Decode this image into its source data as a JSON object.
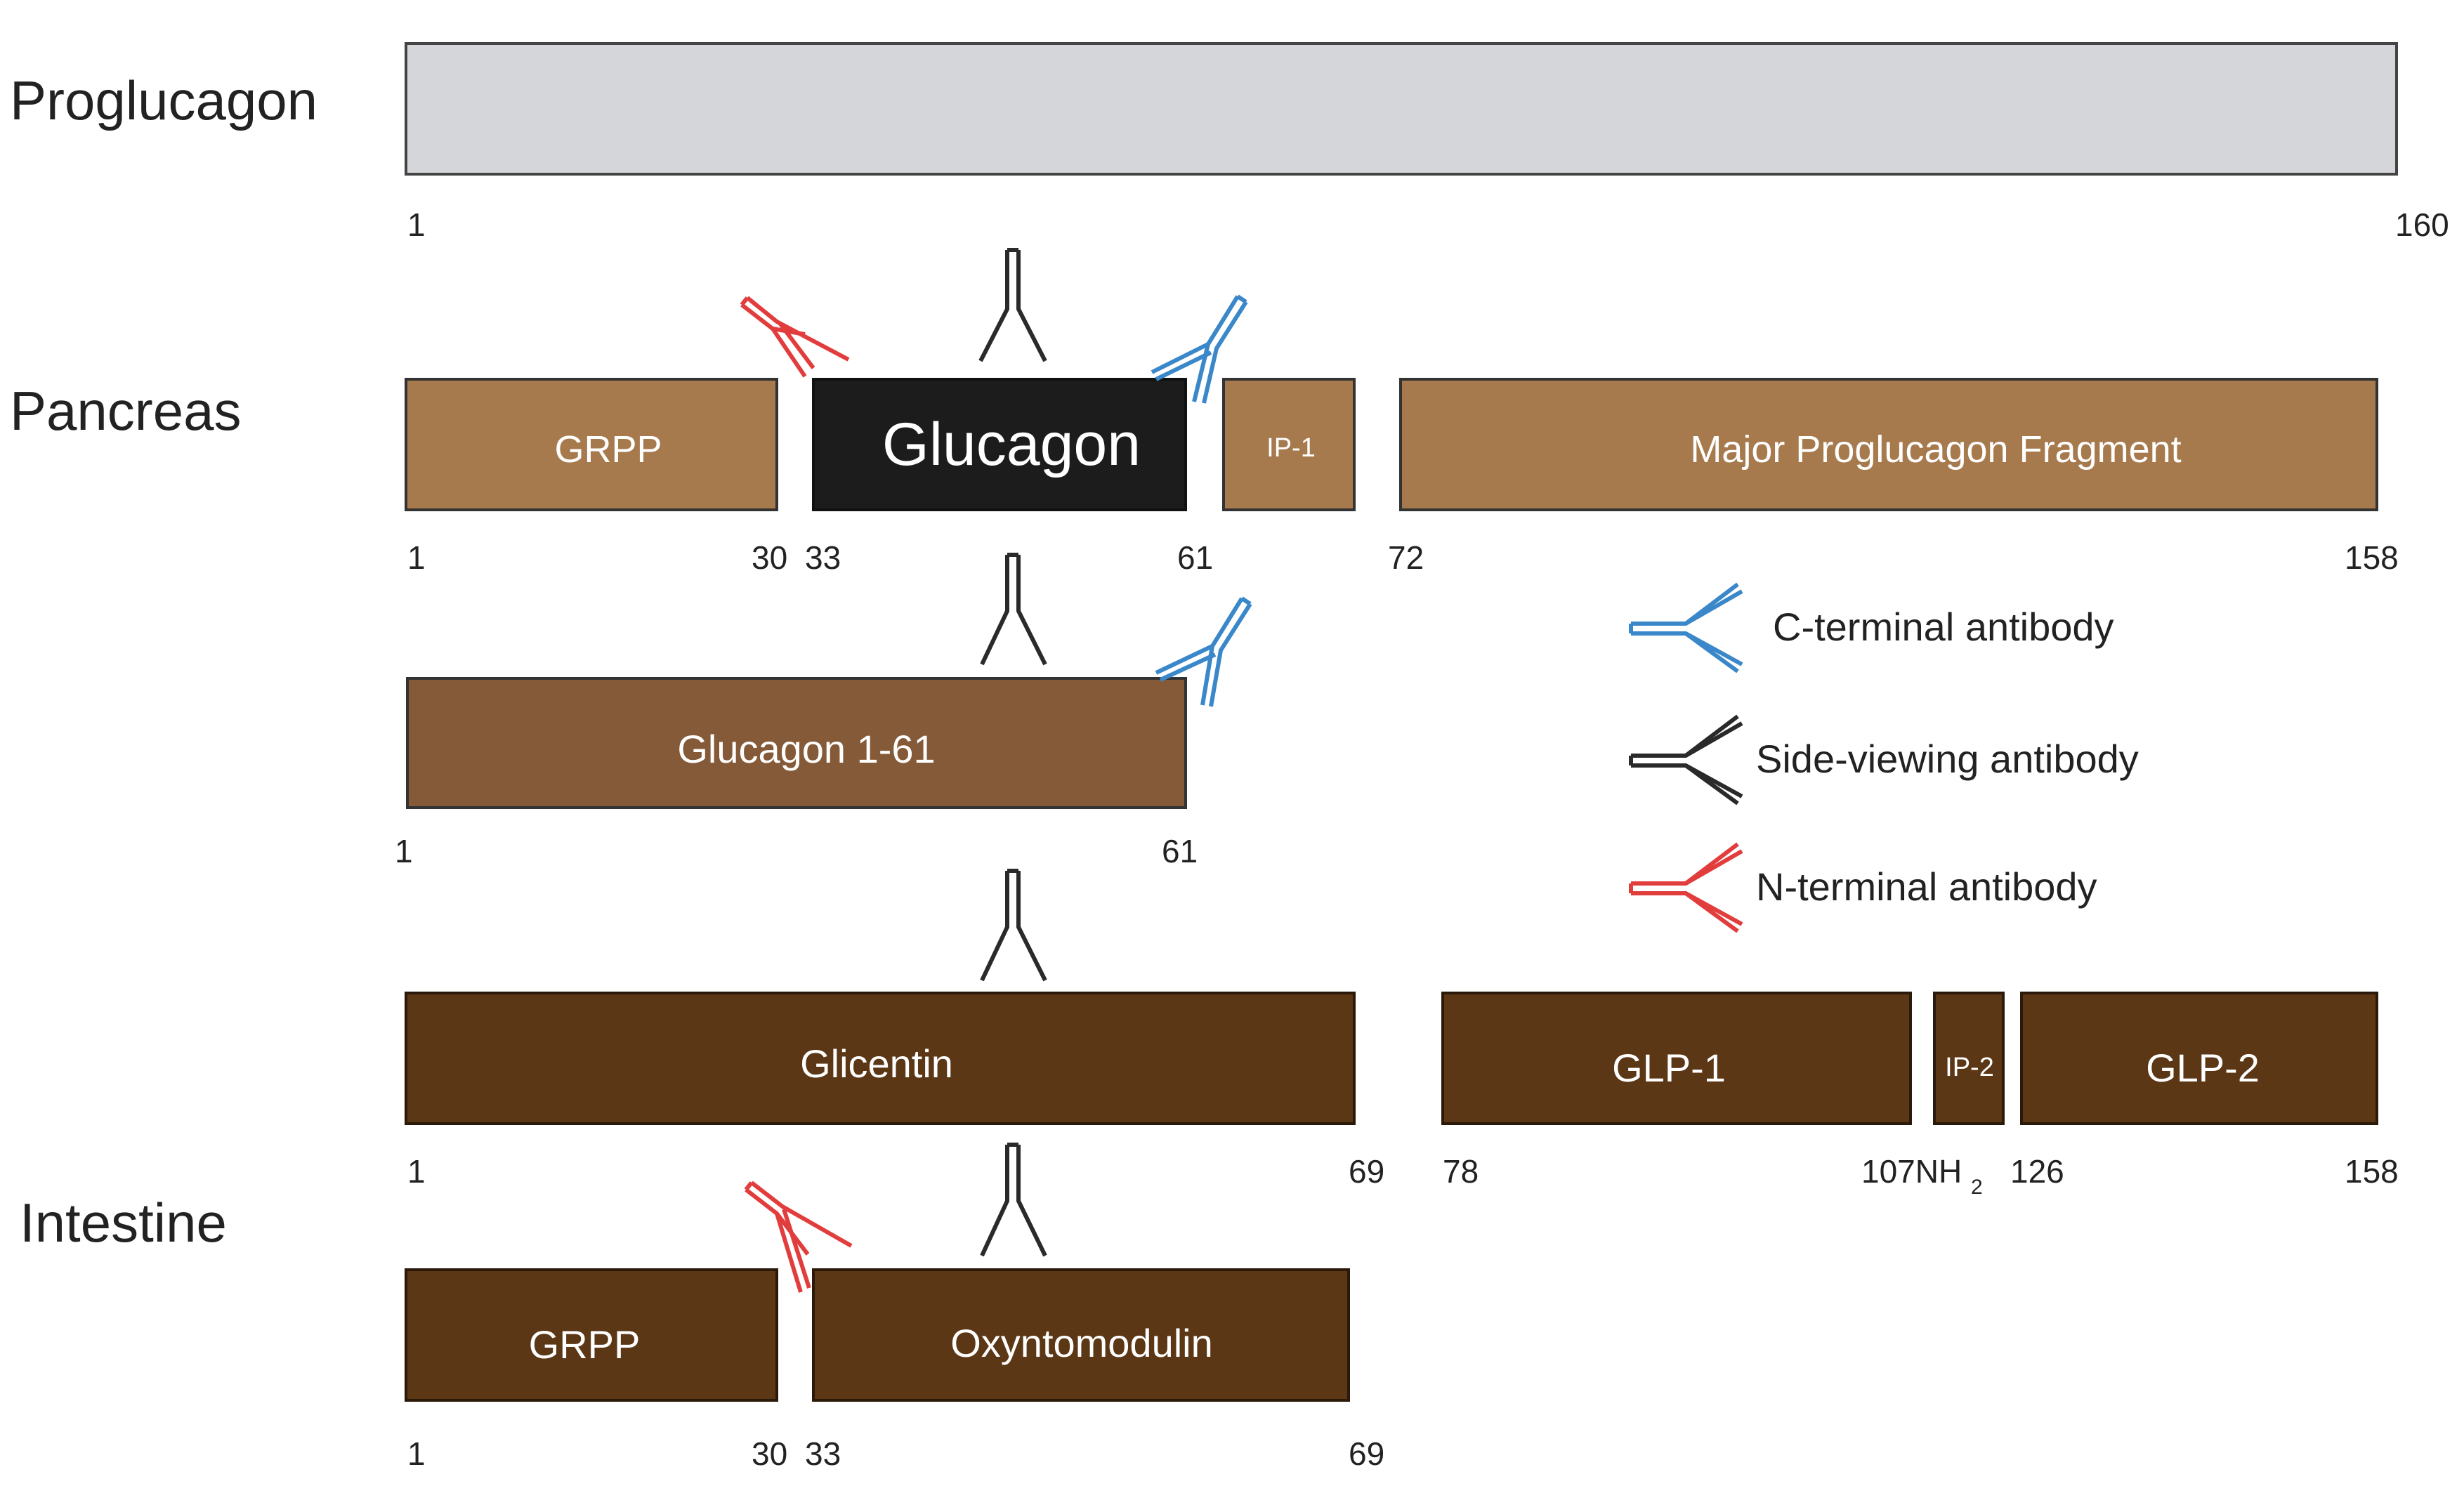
{
  "row_labels": {
    "proglucagon": "Proglucagon",
    "pancreas": "Pancreas",
    "intestine": "Intestine"
  },
  "colors": {
    "proglucagon_fill": "#d4d6d9",
    "pancreas_fill": "#a77a4e",
    "glucagon_fill": "#1c1c1c",
    "glucagon_1_61_fill": "#855a38",
    "intestine_fill": "#5b3716",
    "c_terminal_antibody": "#3a87c9",
    "side_viewing_antibody": "#2a2a2a",
    "n_terminal_antibody": "#e23d3d"
  },
  "fragments": {
    "grpp_pancreas": "GRPP",
    "glucagon": "Glucagon",
    "ip1": "IP-1",
    "mpgf": "Major Proglucagon Fragment",
    "glucagon_1_61": "Glucagon 1-61",
    "glicentin": "Glicentin",
    "glp1": "GLP-1",
    "ip2": "IP-2",
    "glp2": "GLP-2",
    "grpp_intestine": "GRPP",
    "oxyntomodulin": "Oxyntomodulin"
  },
  "residue_numbers": {
    "proglucagon": [
      "1",
      "160"
    ],
    "pancreas": [
      "1",
      "30",
      "33",
      "61",
      "72",
      "158"
    ],
    "glucagon_1_61": [
      "1",
      "61"
    ],
    "intestine_top": [
      "1",
      "69",
      "78",
      "107NH",
      "2",
      "126",
      "158"
    ],
    "intestine_bottom": [
      "1",
      "30",
      "33",
      "69"
    ]
  },
  "legend": {
    "c_terminal": "C-terminal antibody",
    "side_viewing": "Side-viewing antibody",
    "n_terminal": "N-terminal antibody"
  }
}
